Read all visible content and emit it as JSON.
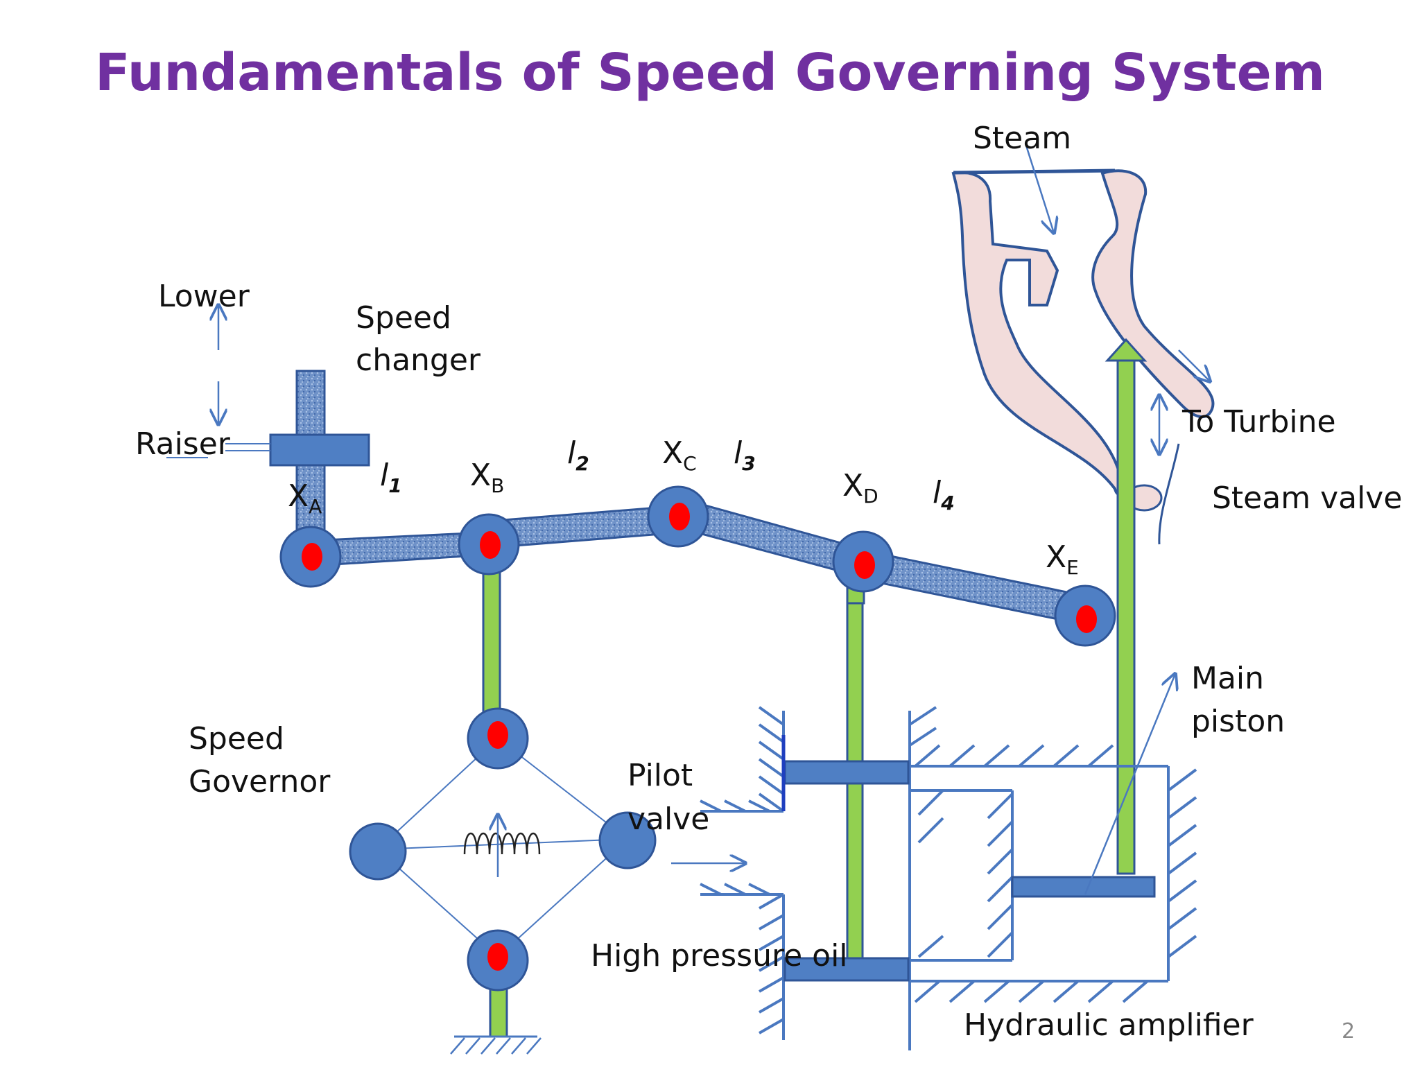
{
  "title": "Fundamentals of Speed Governing System",
  "labels": {
    "lower": "Lower",
    "raiser": "Raiser",
    "speed_changer_1": "Speed",
    "speed_changer_2": "changer",
    "speed_governor_1": "Speed",
    "speed_governor_2": "Governor",
    "pilot_valve_1": "Pilot",
    "pilot_valve_2": "valve",
    "high_pressure_oil": "High pressure oil",
    "hydraulic_amplifier": "Hydraulic amplifier",
    "main_piston_1": "Main",
    "main_piston_2": "piston",
    "steam": "Steam",
    "to_turbine": "To Turbine",
    "steam_valve": "Steam valve"
  },
  "points": {
    "x": "X",
    "a": "A",
    "b": "B",
    "c": "C",
    "d": "D",
    "e": "E"
  },
  "lengths": {
    "l": "l",
    "l1": "1",
    "l2": "2",
    "l3": "3",
    "l4": "4"
  },
  "page_number": "2",
  "colors": {
    "title": "#7030a0",
    "node": "#4f7fc4",
    "node_stroke": "#2f5597",
    "pivot": "#ff0000",
    "rod": "#92d050",
    "outline": "#4a78c0",
    "steam_body": "#f2dcdb"
  }
}
